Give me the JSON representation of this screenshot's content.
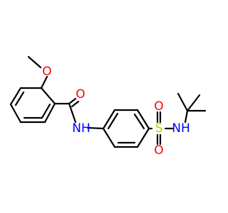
{
  "molecule": {
    "atoms": {
      "methoxy_oxygen": {
        "label": "O",
        "color": "#ff0000"
      },
      "carbonyl_oxygen": {
        "label": "O",
        "color": "#ff0000"
      },
      "amide_nitrogen": {
        "label": "NH",
        "color": "#0000ff"
      },
      "sulfur": {
        "label": "S",
        "color": "#c8c800"
      },
      "sulfonyl_oxygen_top": {
        "label": "O",
        "color": "#ff0000"
      },
      "sulfonyl_oxygen_bottom": {
        "label": "O",
        "color": "#ff0000"
      },
      "sulfonamide_nitrogen": {
        "label": "NH",
        "color": "#0000ff"
      }
    },
    "bond_color": "#000000"
  }
}
